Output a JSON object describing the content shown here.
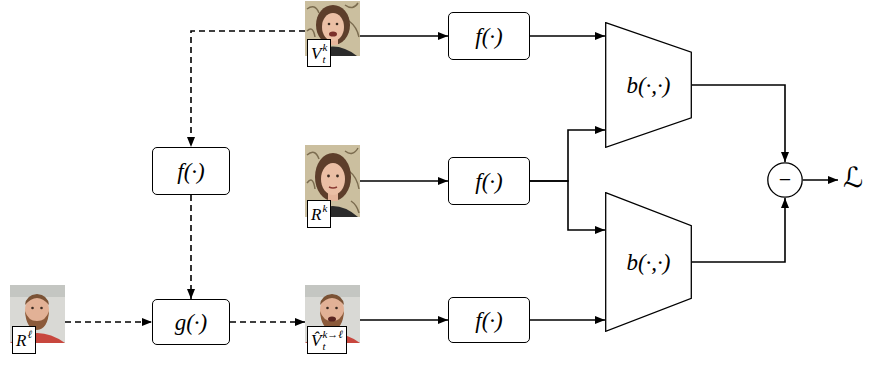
{
  "diagram": {
    "nodes": [
      {
        "text": [
          "V",
          "t",
          "k"
        ]
      },
      {
        "text": [
          "f(·)"
        ]
      },
      {
        "text": [
          "f(·)"
        ]
      },
      {
        "text": [
          "R",
          "k"
        ]
      },
      {
        "text": [
          "f(·)"
        ]
      },
      {
        "text": [
          "b(·,·)"
        ]
      },
      {
        "text": [
          "b(·,·)"
        ]
      },
      {
        "text": [
          "−"
        ]
      },
      {
        "text": [
          "R",
          "ℓ"
        ]
      },
      {
        "text": [
          "g(·)"
        ]
      },
      {
        "text": [
          "V̂",
          "t",
          "k→ℓ"
        ]
      },
      {
        "text": [
          "f(·)"
        ]
      }
    ],
    "edges": [
      {
        "from": 0,
        "to": 1,
        "arrow": "to"
      },
      {
        "from": 0,
        "to": 2,
        "arrow": "to"
      },
      {
        "from": 1,
        "to": 5,
        "arrow": "to"
      },
      {
        "from": 3,
        "to": 4,
        "arrow": "to"
      },
      {
        "from": 4,
        "to": 5,
        "arrow": "to"
      },
      {
        "from": 4,
        "to": 6,
        "arrow": "to"
      },
      {
        "from": 2,
        "to": 9,
        "arrow": "to"
      },
      {
        "from": 8,
        "to": 9,
        "arrow": "to"
      },
      {
        "from": 9,
        "to": 10,
        "arrow": "to"
      },
      {
        "from": 10,
        "to": 11,
        "arrow": "to"
      },
      {
        "from": 11,
        "to": 6,
        "arrow": "to"
      },
      {
        "from": 5,
        "to": 7,
        "arrow": "to"
      },
      {
        "from": 6,
        "to": 7,
        "arrow": "to"
      }
    ],
    "labels": [
      "ℒ"
    ]
  }
}
